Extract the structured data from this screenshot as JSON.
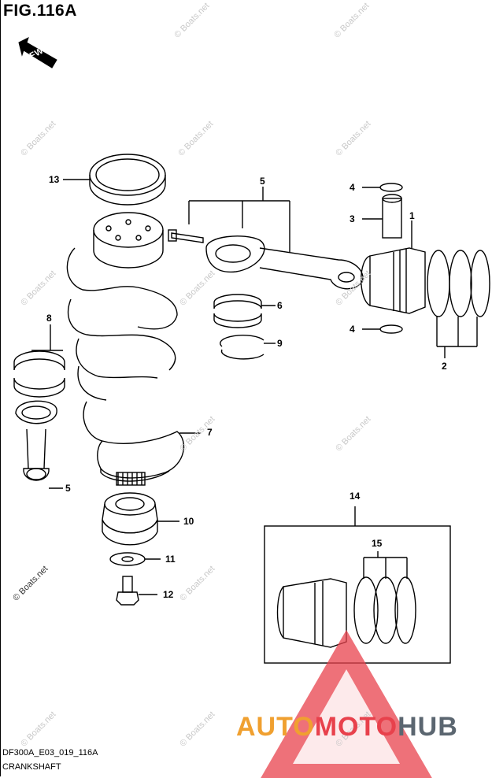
{
  "figure": {
    "title": "FIG.116A",
    "fwd_label": "FWD",
    "code": "DF300A_E03_019_116A",
    "name": "CRANKSHAFT"
  },
  "callouts": [
    "13",
    "5",
    "4",
    "3",
    "1",
    "8",
    "6",
    "9",
    "4",
    "2",
    "7",
    "5",
    "10",
    "11",
    "12",
    "14",
    "15"
  ],
  "watermark": {
    "text": "© Boats.net"
  },
  "brand": {
    "part1": "AUTO",
    "part2": "MOTO",
    "part3": "HUB"
  },
  "colors": {
    "brand_orange": "#f0a030",
    "brand_red": "#e8414c",
    "brand_gray": "#5b6670",
    "watermark_gray": "#c8c8c8"
  }
}
